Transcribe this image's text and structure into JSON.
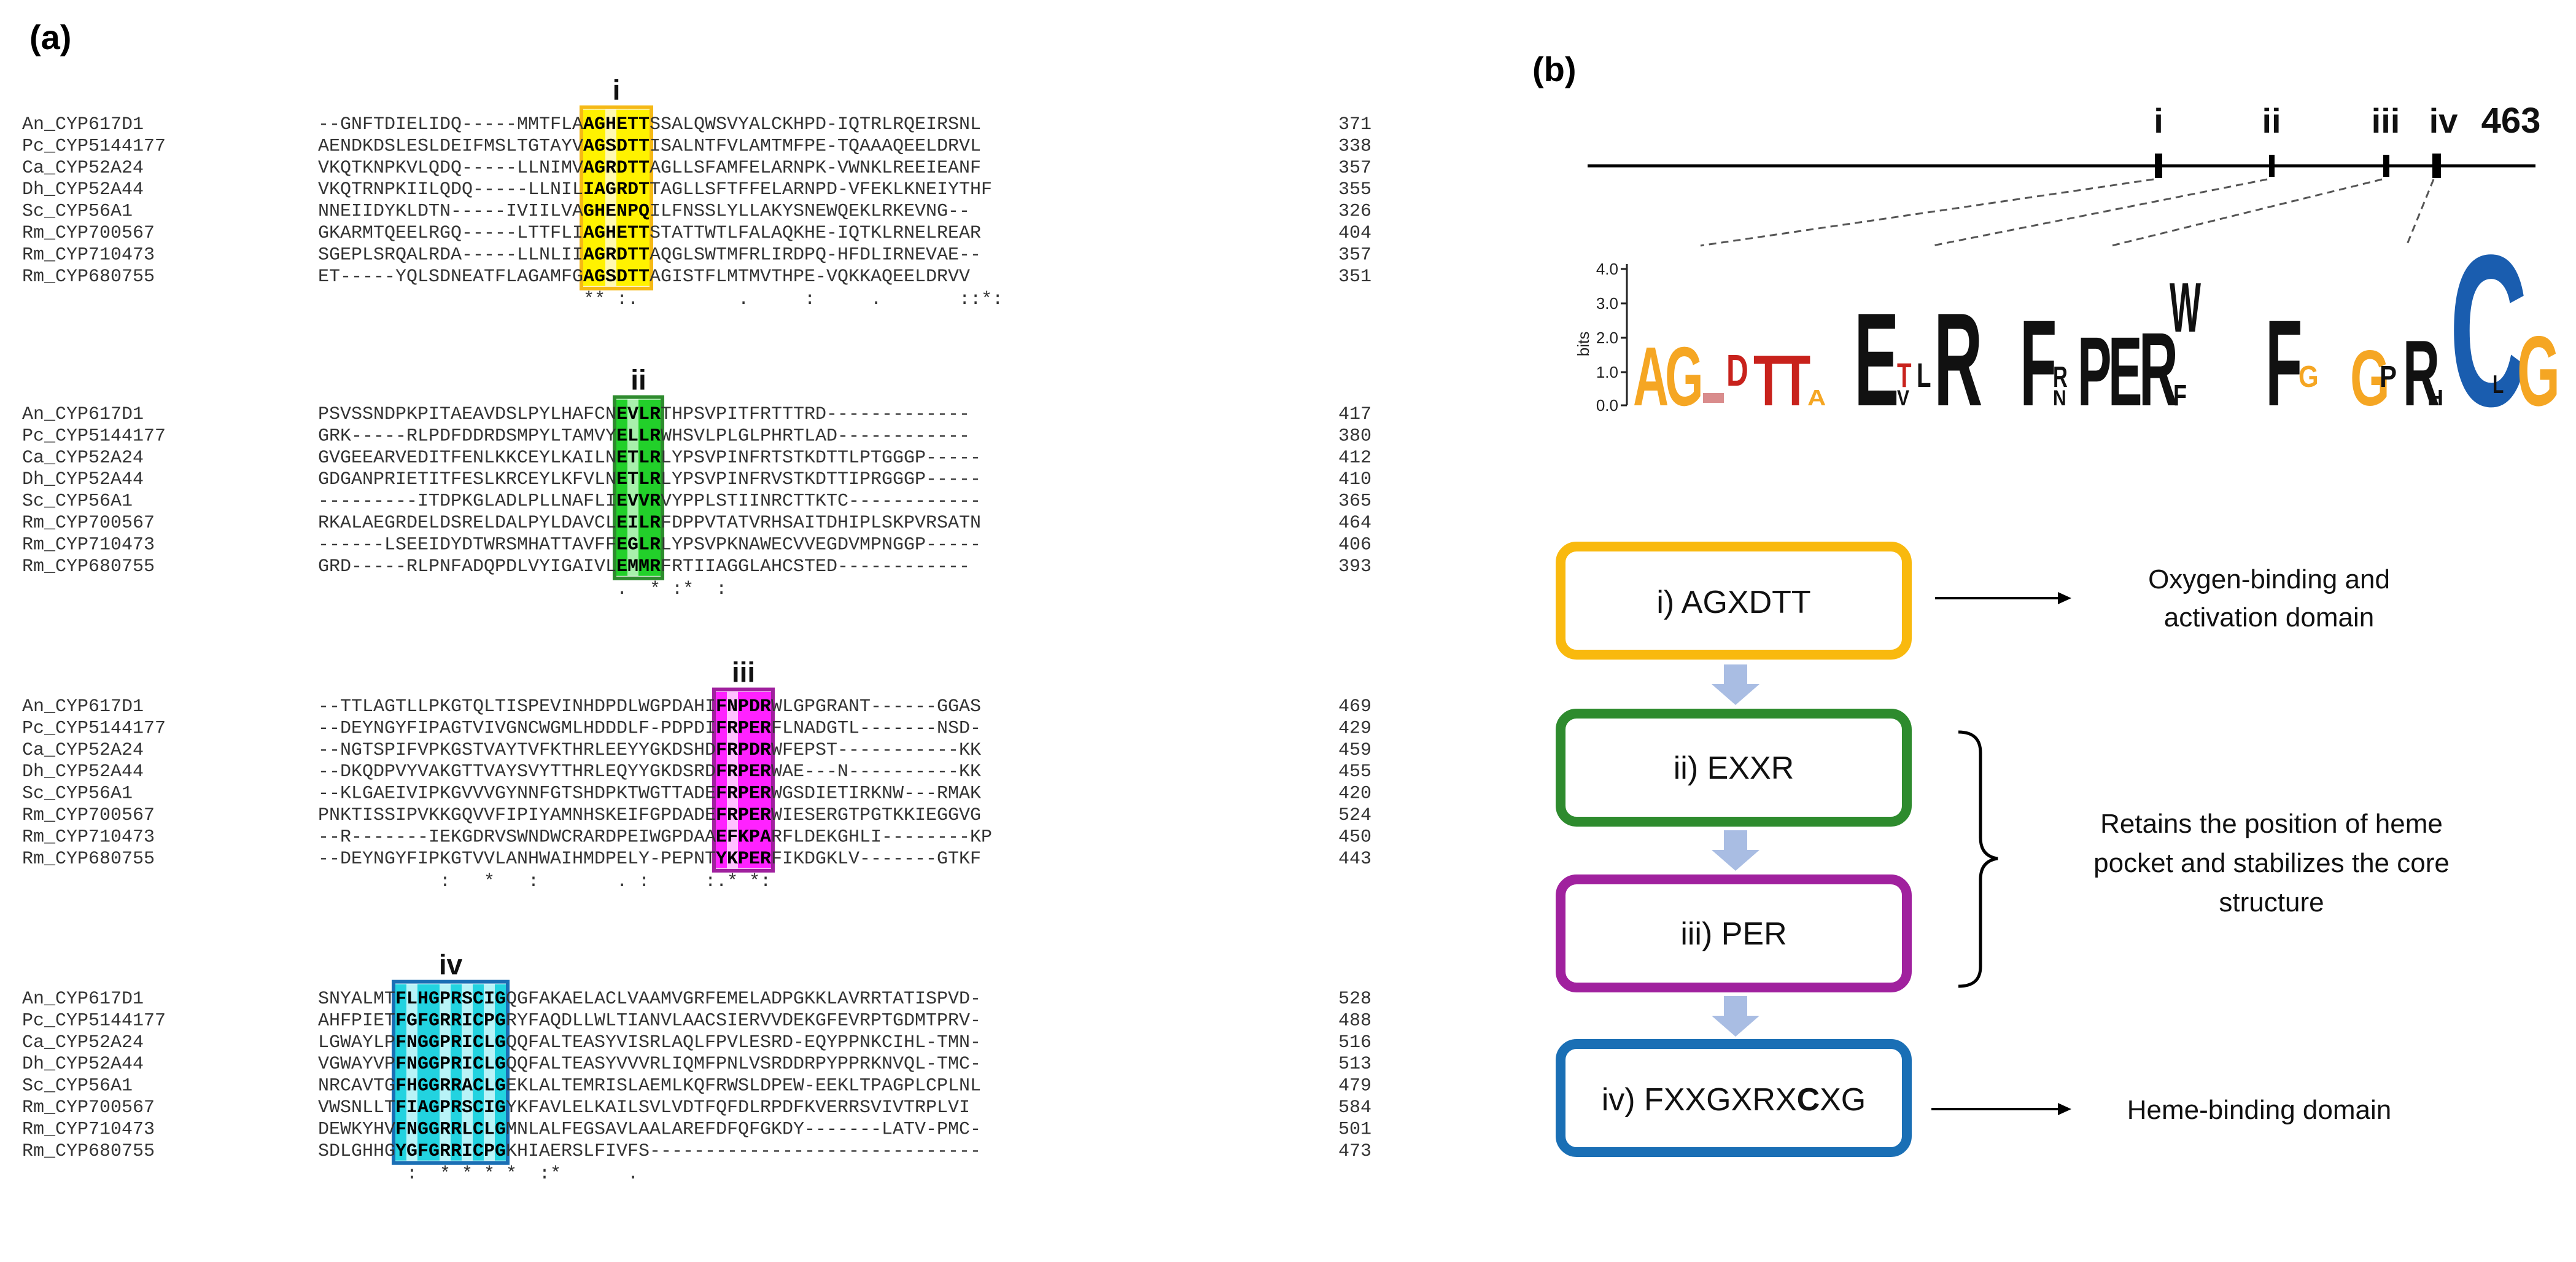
{
  "panel_a": {
    "label": "(a)",
    "blocks": [
      {
        "rows": [
          {
            "name": "An_CYP617D1",
            "seq": "--GNFTDIELIDQ-----MMTFLAAGHETTSSALQWSVYALCKHPD-IQTRLRQEIRSNL",
            "num": "371"
          },
          {
            "name": "Pc_CYP5144177",
            "seq": "AENDKDSLESLDEIFMSLTGTAYVAGSDTTISALNTFVLAMTMFPE-TQAAAQEELDRVL",
            "num": "338"
          },
          {
            "name": "Ca_CYP52A24",
            "seq": "VKQTKNPKVLQDQ-----LLNIMVAGRDTTAGLLSFAMFELARNPK-VWNKLREEIEANF",
            "num": "357"
          },
          {
            "name": "Dh_CYP52A44",
            "seq": "VKQTRNPKIILQDQ-----LLNILIAGRDTTAGLLSFTFFELARNPD-VFEKLKNEIYTHF",
            "num": "355"
          },
          {
            "name": "Sc_CYP56A1",
            "seq": "NNEIIDYKLDTN-----IVIILVAGHENPQILFNSSLYLLAKYSNEWQEKLRKEVNG--",
            "num": "326"
          },
          {
            "name": "Rm_CYP700567",
            "seq": "GKARMTQEELRGQ-----LTTFLIAGHETTSTATTWTLFALAQKHE-IQTKLRNELREAR",
            "num": "404"
          },
          {
            "name": "Rm_CYP710473",
            "seq": "SGEPLSRQALRDA-----LLNLIIAGRDTTAQGLSWTMFRLIRDPQ-HFDLIRNEVAE--",
            "num": "357"
          },
          {
            "name": "Rm_CYP680755",
            "seq": "ET-----YQLSDNEATFLAGAMFGAGSDTTAGISTFLMTMVTHPE-VQKKAQEELDRVV",
            "num": "351"
          }
        ],
        "conservation": "                        ** :.         .     :     .       ::*:",
        "motif": {
          "label": "i"
        }
      },
      {
        "rows": [
          {
            "name": "An_CYP617D1",
            "seq": "PSVSSNDPKPITAEAVDSLPYLHAFCNEVLRTHPSVPITFRTTTRD-------------",
            "num": "417"
          },
          {
            "name": "Pc_CYP5144177",
            "seq": "GRK-----RLPDFDDRDSMPYLTAMVYELLRWHSVLPLGLPHRTLAD------------",
            "num": "380"
          },
          {
            "name": "Ca_CYP52A24",
            "seq": "GVGEEARVEDITFENLKKCEYLKAILNETLRLYPSVPINFRTSTKDTTLPTGGGP-----",
            "num": "412"
          },
          {
            "name": "Dh_CYP52A44",
            "seq": "GDGANPRIETITFESLKRCEYLKFVLNETLRLYPSVPINFRVSTKDTTIPRGGGP-----",
            "num": "410"
          },
          {
            "name": "Sc_CYP56A1",
            "seq": "---------ITDPKGLADLPLLNAFLIEVVRVYPPLSTIINRCTTKTC------------",
            "num": "365"
          },
          {
            "name": "Rm_CYP700567",
            "seq": "RKALAEGRDELDSRELDALPYLDAVCLEILRFDPPVTATVRHSAITDHIPLSKPVRSATN",
            "num": "464"
          },
          {
            "name": "Rm_CYP710473",
            "seq": "------LSEEIDYDTWRSMHATTAVFFEGLRLYPSVPKNAWECVVEGDVMPNGGP-----",
            "num": "406"
          },
          {
            "name": "Rm_CYP680755",
            "seq": "GRD-----RLPNFADQPDLVYIGAIVLEMMRFRTIIAGGLAHCSTED------------",
            "num": "393"
          }
        ],
        "conservation": "                           .  * :*  :",
        "motif": {
          "label": "ii"
        }
      },
      {
        "rows": [
          {
            "name": "An_CYP617D1",
            "seq": "--TTLAGTLLPKGTQLTISPEVINHDPDLWGPDAHIFNPDRWLGPGRANT------GGAS",
            "num": "469"
          },
          {
            "name": "Pc_CYP5144177",
            "seq": "--DEYNGYFIPAGTVIVGNCWGMLHDDDLF-PDPDIFRPERFLNADGTL-------NSD-",
            "num": "429"
          },
          {
            "name": "Ca_CYP52A24",
            "seq": "--NGTSPIFVPKGSTVAYTVFKTHRLEEYYGKDSHDFRPDRWFEPST-----------KK",
            "num": "459"
          },
          {
            "name": "Dh_CYP52A44",
            "seq": "--DKQDPVYVAKGTTVAYSVYTTHRLEQYYGKDSRDFRPERWAE---N----------KK",
            "num": "455"
          },
          {
            "name": "Sc_CYP56A1",
            "seq": "--KLGAEIVIPKGVVVGYNNFGTSHDPKTWGTTADEFRPERWGSDIETIRKNW---RMAK",
            "num": "420"
          },
          {
            "name": "Rm_CYP700567",
            "seq": "PNKTISSIPVKKGQVVFIPIYAMNHSKEIFGPDADEFRPERWIESERGTPGTKKIEGGVG",
            "num": "524"
          },
          {
            "name": "Rm_CYP710473",
            "seq": "--R-------IEKGDRVSWNDWCRARDPEIWGPDAAEFKPARFLDEKGHLI--------KP",
            "num": "450"
          },
          {
            "name": "Rm_CYP680755",
            "seq": "--DEYNGYFIPKGTVVLANHWAIHMDPELY-PEPNTYKPERFIKDGKLV-------GTKF",
            "num": "443"
          }
        ],
        "conservation": "           :   *   :       . :     :.* *:",
        "motif": {
          "label": "iii"
        }
      },
      {
        "rows": [
          {
            "name": "An_CYP617D1",
            "seq": "SNYALMTFLHGPRSCIGQGFAKAELACLVAAMVGRFEMELADPGKKLAVRRTATISPVD-",
            "num": "528"
          },
          {
            "name": "Pc_CYP5144177",
            "seq": "AHFPIETFGFGRRICPGRYFAQDLLWLTIANVLAACSIERVVDEKGFEVRPTGDMTPRV-",
            "num": "488"
          },
          {
            "name": "Ca_CYP52A24",
            "seq": "LGWAYLPFNGGPRICLGQQFALTEASYVISRLAQLFPVLESRD-EQYPPNKCIHL-TMN-",
            "num": "516"
          },
          {
            "name": "Dh_CYP52A44",
            "seq": "VGWAYVPFNGGPRICLGQQFALTEASYVVVRLIQMFPNLVSRDDRPYPPRKNVQL-TMC-",
            "num": "513"
          },
          {
            "name": "Sc_CYP56A1",
            "seq": "NRCAVTGFHGGRRACLGEKLALTEMRISLAEMLKQFRWSLDPEW-EEKLTPAGPLCPLNL",
            "num": "479"
          },
          {
            "name": "Rm_CYP700567",
            "seq": "VWSNLLTFIAGPRSCIGYKFAVLELKAILSVLVDTFQFDLRPDFKVERRSVIVTRPLVI",
            "num": "584"
          },
          {
            "name": "Rm_CYP710473",
            "seq": "DEWKYHVFNGGRRLCLGMNLALFEGSAVLAALAREFDFQFGKDY-------LATV-PMC-",
            "num": "501"
          },
          {
            "name": "Rm_CYP680755",
            "seq": "SDLGHHGYGFGRRICPGKHIAERSLFIVFS------------------------------",
            "num": "473"
          }
        ],
        "conservation": "        :  * * * *  :*      .",
        "motif": {
          "label": "iv"
        }
      }
    ]
  },
  "panel_b": {
    "label": "(b)",
    "markers": [
      {
        "label": "i"
      },
      {
        "label": "ii"
      },
      {
        "label": "iii"
      },
      {
        "label": "iv"
      }
    ],
    "length_label": "463",
    "logo_axis_label": "bits",
    "logo_ticks": [
      "4.0",
      "3.0",
      "2.0",
      "1.0",
      "0.0"
    ],
    "flow": [
      {
        "text": "i) AGXDTT",
        "color": "#F9B90E"
      },
      {
        "text_pre": "ii) EXXR",
        "color": "#2E8B2E"
      },
      {
        "text_pre": "iii) PER",
        "color": "#A0219E"
      },
      {
        "text_pre": "iv) FXXGXRX",
        "text_bold": "C",
        "text_post": "XG",
        "color": "#1A6FB5"
      }
    ],
    "descriptions": {
      "oxygen": [
        "Oxygen-binding and",
        "activation domain"
      ],
      "heme_pocket": [
        "Retains the position of heme",
        "pocket and stabilizes the core",
        "structure"
      ],
      "heme_binding": "Heme-binding domain"
    },
    "logos": [
      {
        "letters": "AGxDTTA"
      },
      {
        "letters": "ExxR"
      },
      {
        "letters": "FxPERW"
      },
      {
        "letters": "FxGxRxCxG"
      }
    ],
    "colors": {
      "yellow_box": "#F9B90E",
      "green_box": "#2E8B2E",
      "magenta_box": "#A0219E",
      "blue_box": "#1A6FB5",
      "arrow": "#A9BDE3"
    }
  }
}
